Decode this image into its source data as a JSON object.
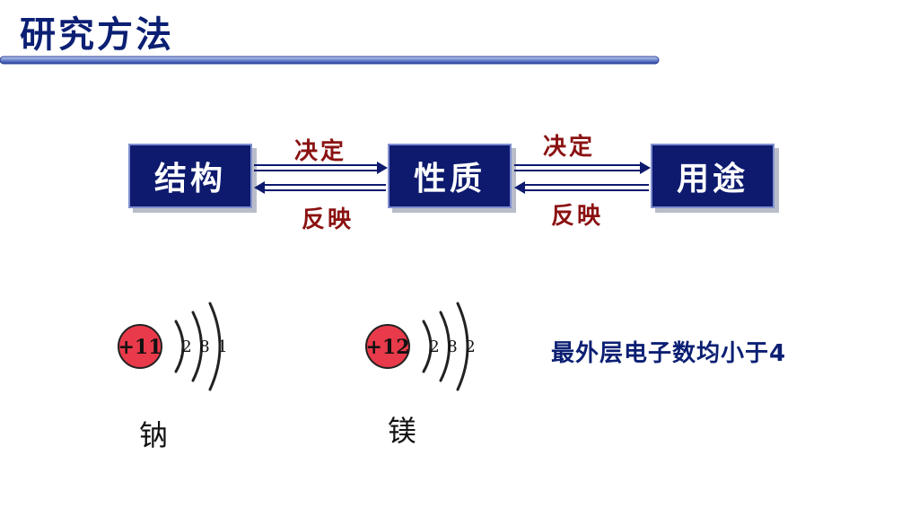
{
  "title": "研究方法",
  "flow": {
    "boxes": [
      "结构",
      "性质",
      "用途"
    ],
    "forward_label": "决定",
    "backward_label": "反映"
  },
  "atoms": [
    {
      "nucleus": "+11",
      "shells": [
        "2",
        "8",
        "1"
      ],
      "name": "钠"
    },
    {
      "nucleus": "+12",
      "shells": [
        "2",
        "8",
        "2"
      ],
      "name": "镁"
    }
  ],
  "note": "最外层电子数均小于4",
  "colors": {
    "title": "#0b1f73",
    "box_fill": "#0d1a6e",
    "arrow_label": "#8b1212",
    "nucleus_fill": "#e83a4a"
  }
}
